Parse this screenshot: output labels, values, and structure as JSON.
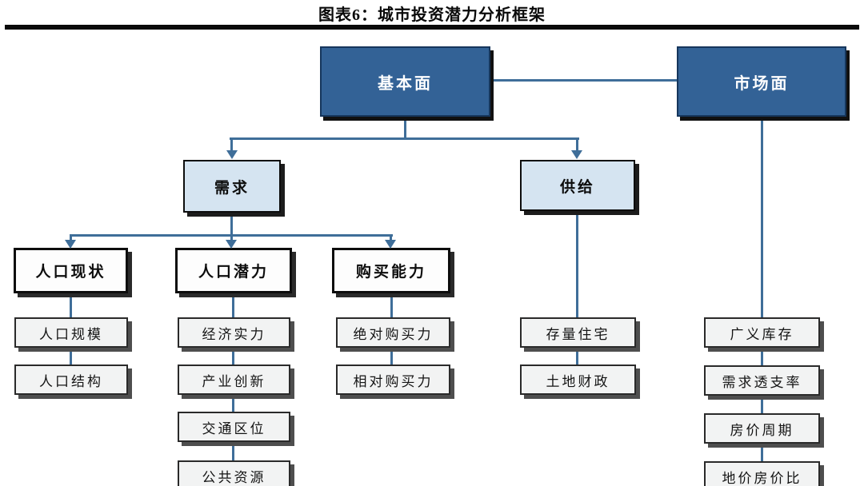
{
  "title": "图表6：城市投资潜力分析框架",
  "nodes": {
    "fundamentals": "基本面",
    "market": "市场面",
    "demand": "需求",
    "supply": "供给",
    "pop_status": "人口现状",
    "pop_potential": "人口潜力",
    "purchase_ability": "购买能力"
  },
  "leaves": {
    "pop_status": [
      "人口规模",
      "人口结构"
    ],
    "pop_potential": [
      "经济实力",
      "产业创新",
      "交通区位",
      "公共资源"
    ],
    "purchase_ability": [
      "绝对购买力",
      "相对购买力"
    ],
    "supply": [
      "存量住宅",
      "土地财政"
    ],
    "market": [
      "广义库存",
      "需求透支率",
      "房价周期",
      "地价房价比"
    ]
  },
  "hierarchy": {
    "fundamentals_children": [
      "需求",
      "供给"
    ],
    "demand_children": [
      "人口现状",
      "人口潜力",
      "购买能力"
    ]
  },
  "colors": {
    "level1_fill": "#336296",
    "level1_border": "#16365c",
    "level2_fill": "#d5e4f1",
    "level3_fill": "#fdfdfd",
    "leaf_fill": "#f2f3f3",
    "connector": "#3f6e99",
    "title_rule": "#0a0a0a",
    "background": "#ffffff"
  }
}
